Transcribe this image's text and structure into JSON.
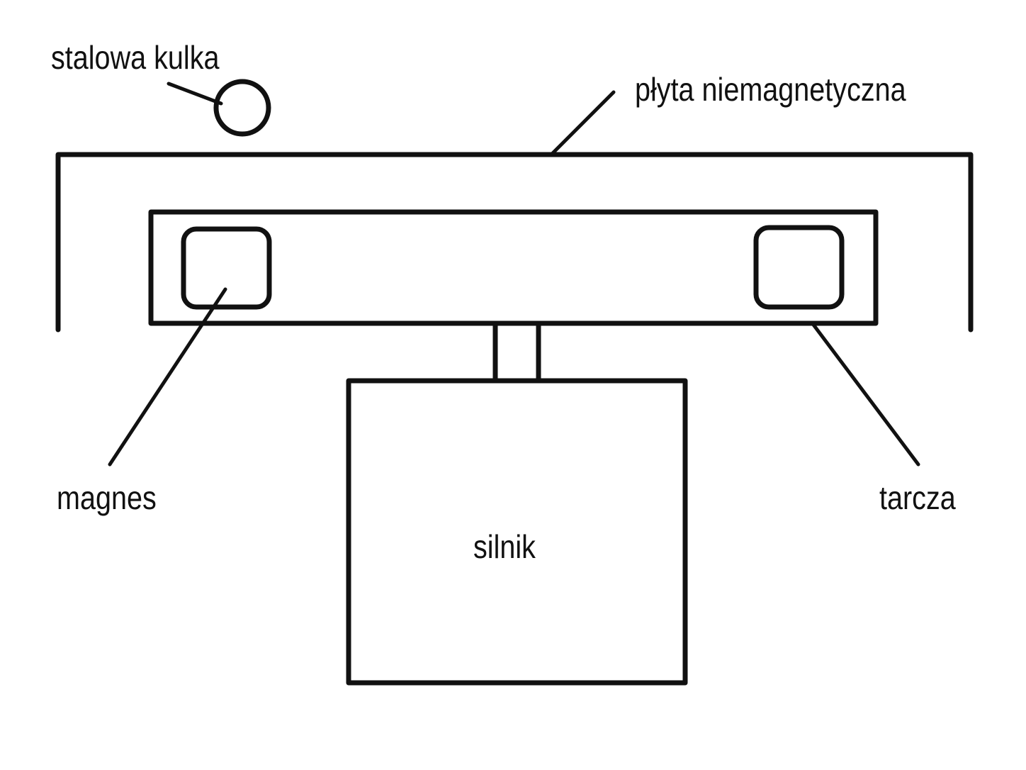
{
  "labels": {
    "steel_ball": "stalowa kulka",
    "plate": "płyta niemagnetyczna",
    "magnet": "magnes",
    "disc": "tarcza",
    "motor": "silnik"
  },
  "colors": {
    "line": "#111111",
    "background": "#ffffff"
  }
}
